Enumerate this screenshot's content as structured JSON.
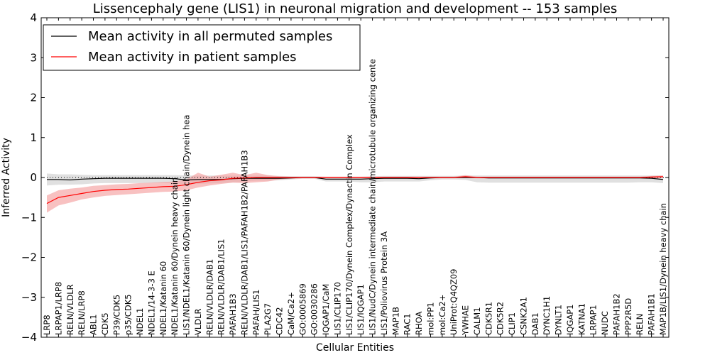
{
  "chart_data": {
    "type": "line",
    "title": "Lissencephaly gene (LIS1) in neuronal migration and development -- 153 samples",
    "xlabel": "Cellular Entities",
    "ylabel": "Inferred Activity",
    "ylim": [
      -4,
      4
    ],
    "yticks": [
      -4,
      -3,
      -2,
      -1,
      0,
      1,
      2,
      3,
      4
    ],
    "grid": false,
    "legend_position": "top-left",
    "categories": [
      "LRP8",
      "LRPAP1/LRP8",
      "RELN/VLDLR",
      "RELN/LRP8",
      "ABL1",
      "CDK5",
      "P39/CDK5",
      "p35/CDK5",
      "NDEL1",
      "NDEL1/14-3-3 E",
      "NDEL1/Katanin 60",
      "NDEL1/Katanin 60/Dynein heavy chain",
      "LIS1/NDEL1/Katanin 60/Dynein light chain/Dynein hea",
      "VLDLR",
      "RELN/VLDLR/DAB1",
      "RELN/VLDLR/DAB1/LIS1",
      "PAFAH1B3",
      "RELN/VLDLR/DAB1/LIS1/PAFAH1B2/PAFAH1B3",
      "PAFAH/LIS1",
      "PLA2G7",
      "CDC42",
      "CaM/Ca2+",
      "GO:0005869",
      "GO:0030286",
      "IQGAP1/CaM",
      "LIS1/CLIP170",
      "LIS1/CLIP170/Dynein Complex/Dynactin Complex",
      "LIS1/IQGAP1",
      "LIS1/NudC/Dynein intermediate chain/microtubule organizing cente",
      "LIS1/Poliovirus Protein 3A",
      "MAP1B",
      "RAC1",
      "RHOA",
      "mol:PP1",
      "mol:Ca2+",
      "UniProt:Q4QZ09",
      "YWHAE",
      "CALM1",
      "CDK5R1",
      "CDK5R2",
      "CLIP1",
      "CSNK2A1",
      "DAB1",
      "DYNC1H1",
      "DYNLT1",
      "IQGAP1",
      "KATNA1",
      "LRPAP1",
      "NUDC",
      "PAFAH1B2",
      "PPP2R5D",
      "RELN",
      "PAFAH1B1",
      "MAP1B/LIS1/Dynein heavy chain"
    ],
    "series": [
      {
        "name": "Mean activity in all permuted samples",
        "color": "#000000",
        "band_color": "#cccccc",
        "values": [
          -0.05,
          -0.05,
          -0.06,
          -0.04,
          -0.03,
          -0.02,
          -0.02,
          -0.02,
          -0.02,
          -0.02,
          -0.02,
          -0.03,
          -0.06,
          -0.05,
          -0.05,
          -0.05,
          -0.03,
          -0.02,
          -0.02,
          -0.02,
          -0.02,
          -0.01,
          0.0,
          0.0,
          -0.04,
          -0.04,
          -0.04,
          -0.04,
          -0.03,
          -0.02,
          -0.02,
          -0.02,
          -0.03,
          -0.01,
          0.0,
          0.0,
          0.0,
          0.0,
          -0.01,
          -0.01,
          -0.01,
          -0.01,
          -0.01,
          -0.01,
          -0.01,
          -0.01,
          -0.01,
          -0.01,
          -0.01,
          -0.01,
          -0.01,
          -0.01,
          -0.02,
          -0.05
        ],
        "lower": [
          -0.2,
          -0.18,
          -0.18,
          -0.17,
          -0.15,
          -0.14,
          -0.14,
          -0.14,
          -0.14,
          -0.14,
          -0.14,
          -0.15,
          -0.17,
          -0.16,
          -0.15,
          -0.14,
          -0.12,
          -0.1,
          -0.08,
          -0.08,
          -0.07,
          -0.05,
          -0.03,
          -0.03,
          -0.1,
          -0.1,
          -0.1,
          -0.12,
          -0.12,
          -0.1,
          -0.1,
          -0.1,
          -0.1,
          -0.07,
          -0.05,
          -0.05,
          -0.06,
          -0.12,
          -0.13,
          -0.13,
          -0.13,
          -0.13,
          -0.13,
          -0.13,
          -0.13,
          -0.13,
          -0.13,
          -0.13,
          -0.13,
          -0.13,
          -0.13,
          -0.12,
          -0.12,
          -0.14
        ],
        "upper": [
          0.1,
          0.08,
          0.08,
          0.07,
          0.06,
          0.06,
          0.06,
          0.06,
          0.06,
          0.06,
          0.06,
          0.06,
          0.05,
          0.05,
          0.05,
          0.05,
          0.05,
          0.05,
          0.05,
          0.05,
          0.04,
          0.03,
          0.03,
          0.03,
          0.02,
          0.02,
          0.02,
          0.02,
          0.03,
          0.04,
          0.04,
          0.04,
          0.04,
          0.04,
          0.04,
          0.04,
          0.05,
          0.05,
          0.05,
          0.05,
          0.05,
          0.05,
          0.05,
          0.05,
          0.05,
          0.05,
          0.05,
          0.05,
          0.05,
          0.05,
          0.05,
          0.05,
          0.05,
          0.05
        ]
      },
      {
        "name": "Mean activity in patient samples",
        "color": "#ff0000",
        "band_color": "#f4a0a0",
        "values": [
          -0.65,
          -0.5,
          -0.45,
          -0.4,
          -0.35,
          -0.32,
          -0.3,
          -0.29,
          -0.27,
          -0.25,
          -0.23,
          -0.22,
          -0.18,
          -0.12,
          -0.08,
          -0.06,
          -0.02,
          -0.01,
          0.0,
          0.0,
          0.0,
          0.0,
          0.0,
          0.0,
          0.0,
          0.0,
          0.0,
          0.0,
          0.0,
          0.0,
          0.0,
          0.0,
          0.0,
          0.0,
          0.0,
          0.0,
          0.02,
          0.0,
          0.0,
          0.0,
          0.0,
          0.0,
          0.0,
          0.0,
          0.0,
          0.0,
          0.0,
          0.0,
          0.0,
          0.0,
          0.0,
          0.0,
          0.01,
          0.02
        ],
        "lower": [
          -0.88,
          -0.7,
          -0.63,
          -0.55,
          -0.5,
          -0.46,
          -0.44,
          -0.42,
          -0.4,
          -0.38,
          -0.36,
          -0.35,
          -0.32,
          -0.25,
          -0.2,
          -0.16,
          -0.13,
          -0.14,
          -0.12,
          -0.1,
          -0.05,
          -0.03,
          -0.02,
          -0.02,
          -0.02,
          -0.02,
          -0.02,
          -0.02,
          -0.02,
          -0.02,
          -0.02,
          -0.02,
          -0.02,
          -0.02,
          -0.02,
          -0.02,
          -0.01,
          -0.02,
          -0.02,
          -0.02,
          -0.02,
          -0.02,
          -0.02,
          -0.02,
          -0.02,
          -0.02,
          -0.02,
          -0.02,
          -0.02,
          -0.02,
          -0.02,
          -0.02,
          -0.01,
          -0.01
        ],
        "upper": [
          -0.45,
          -0.32,
          -0.28,
          -0.25,
          -0.21,
          -0.19,
          -0.17,
          -0.16,
          -0.14,
          -0.13,
          -0.11,
          -0.1,
          -0.05,
          0.12,
          0.02,
          0.07,
          0.12,
          0.06,
          0.12,
          0.06,
          0.03,
          0.02,
          0.02,
          0.02,
          0.02,
          0.02,
          0.02,
          0.02,
          0.02,
          0.02,
          0.02,
          0.02,
          0.02,
          0.02,
          0.02,
          0.02,
          0.06,
          0.02,
          0.02,
          0.02,
          0.02,
          0.02,
          0.02,
          0.02,
          0.02,
          0.02,
          0.02,
          0.02,
          0.02,
          0.02,
          0.02,
          0.02,
          0.04,
          0.05
        ]
      }
    ]
  }
}
